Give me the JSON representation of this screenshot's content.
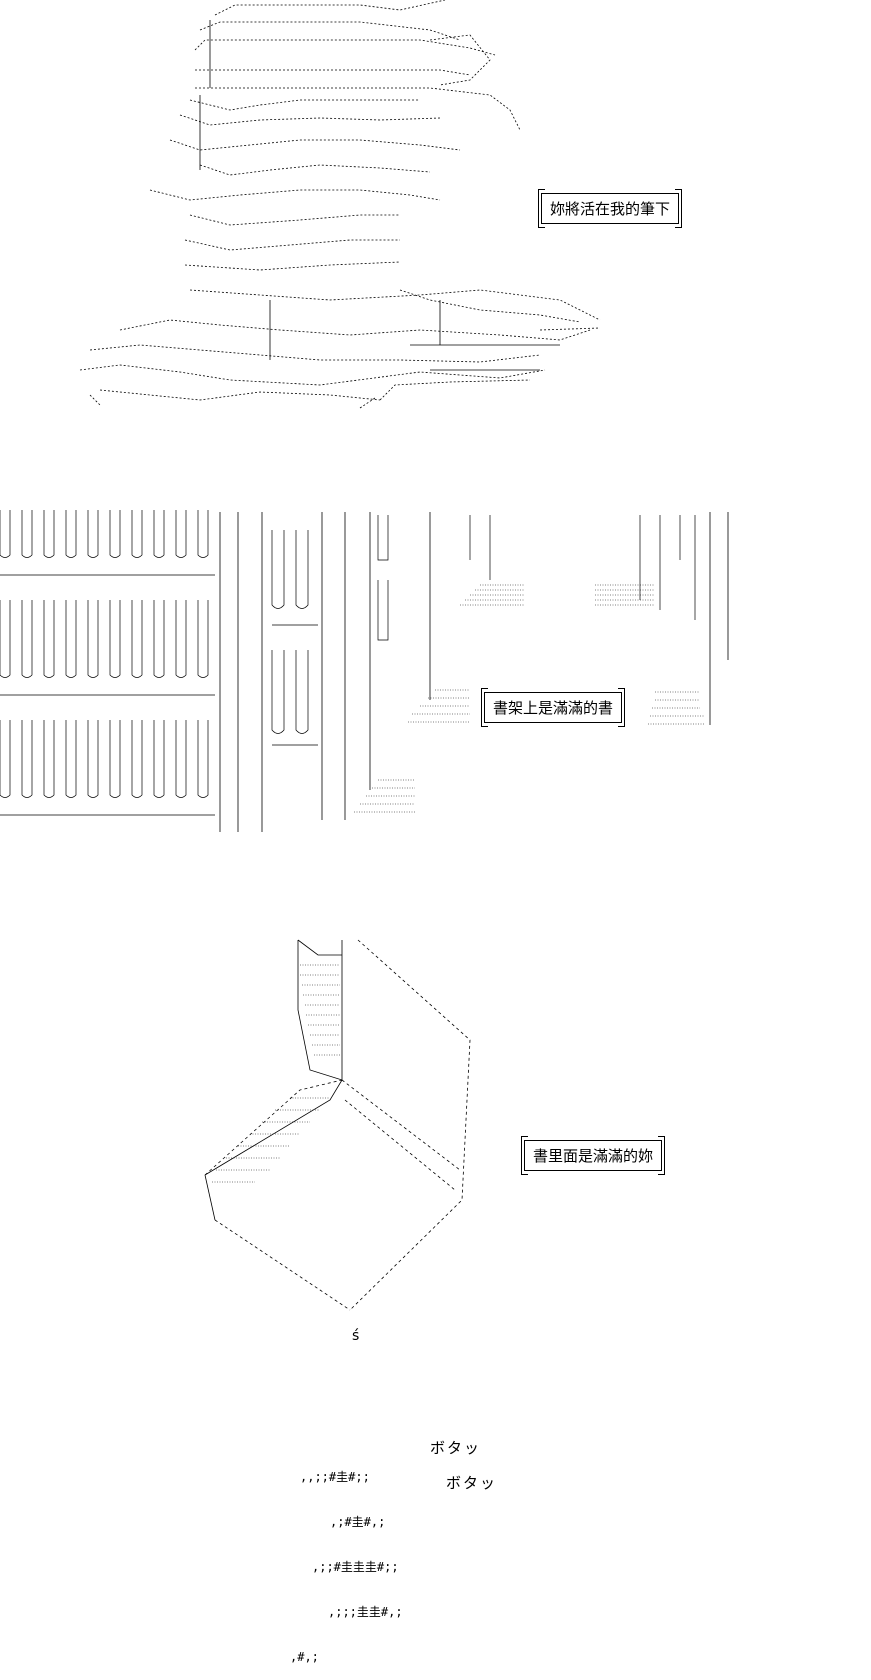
{
  "captions": {
    "c1": "妳將活在我的筆下",
    "c2": "書架上是滿滿的書",
    "c3": "書里面是滿滿的妳"
  },
  "sfx": {
    "s1": "ボタッ",
    "s2": "ボタッ"
  },
  "drip_mark": "ś",
  "blood_lines": [
    ",,;;#圭#;;",
    ",;#圭#,;",
    ",;;#圭圭圭#;;",
    ",;;;圭圭#,;",
    ",#,;"
  ]
}
